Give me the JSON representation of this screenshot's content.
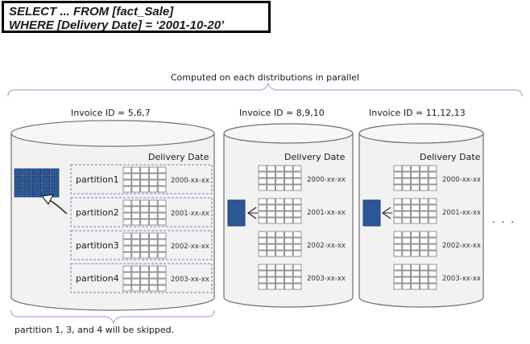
{
  "query": {
    "line1": "SELECT ... FROM [fact_Sale]",
    "line2": "WHERE [Delivery Date] = ‘2001-10-20’"
  },
  "caption_top": "Computed on each distributions in parallel",
  "caption_bottom": "partition 1, 3, and 4 will be skipped.",
  "ellipsis": ". . .",
  "colors": {
    "selected_block": "#2b5797",
    "grid_stroke": "#7a7a7a",
    "cylinder_fill": "#f2f2f2",
    "cylinder_stroke": "#6e6e6e",
    "partition_border": "#6f86b0"
  },
  "distributions": [
    {
      "invoice_label": "Invoice ID = 5,6,7",
      "column_label": "Delivery Date",
      "partitions": [
        {
          "name": "partition1",
          "date": "2000-xx-xx",
          "highlighted": false
        },
        {
          "name": "partition2",
          "date": "2001-xx-xx",
          "highlighted": true
        },
        {
          "name": "partition3",
          "date": "2002-xx-xx",
          "highlighted": false
        },
        {
          "name": "partition4",
          "date": "2003-xx-xx",
          "highlighted": false
        }
      ]
    },
    {
      "invoice_label": "Invoice ID = 8,9,10",
      "column_label": "Delivery Date",
      "partitions": [
        {
          "date": "2000-xx-xx",
          "highlighted": false
        },
        {
          "date": "2001-xx-xx",
          "highlighted": true
        },
        {
          "date": "2002-xx-xx",
          "highlighted": false
        },
        {
          "date": "2003-xx-xx",
          "highlighted": false
        }
      ]
    },
    {
      "invoice_label": "Invoice ID = 11,12,13",
      "column_label": "Delivery Date",
      "partitions": [
        {
          "date": "2000-xx-xx",
          "highlighted": false
        },
        {
          "date": "2001-xx-xx",
          "highlighted": true
        },
        {
          "date": "2002-xx-xx",
          "highlighted": false
        },
        {
          "date": "2003-xx-xx",
          "highlighted": false
        }
      ]
    }
  ]
}
